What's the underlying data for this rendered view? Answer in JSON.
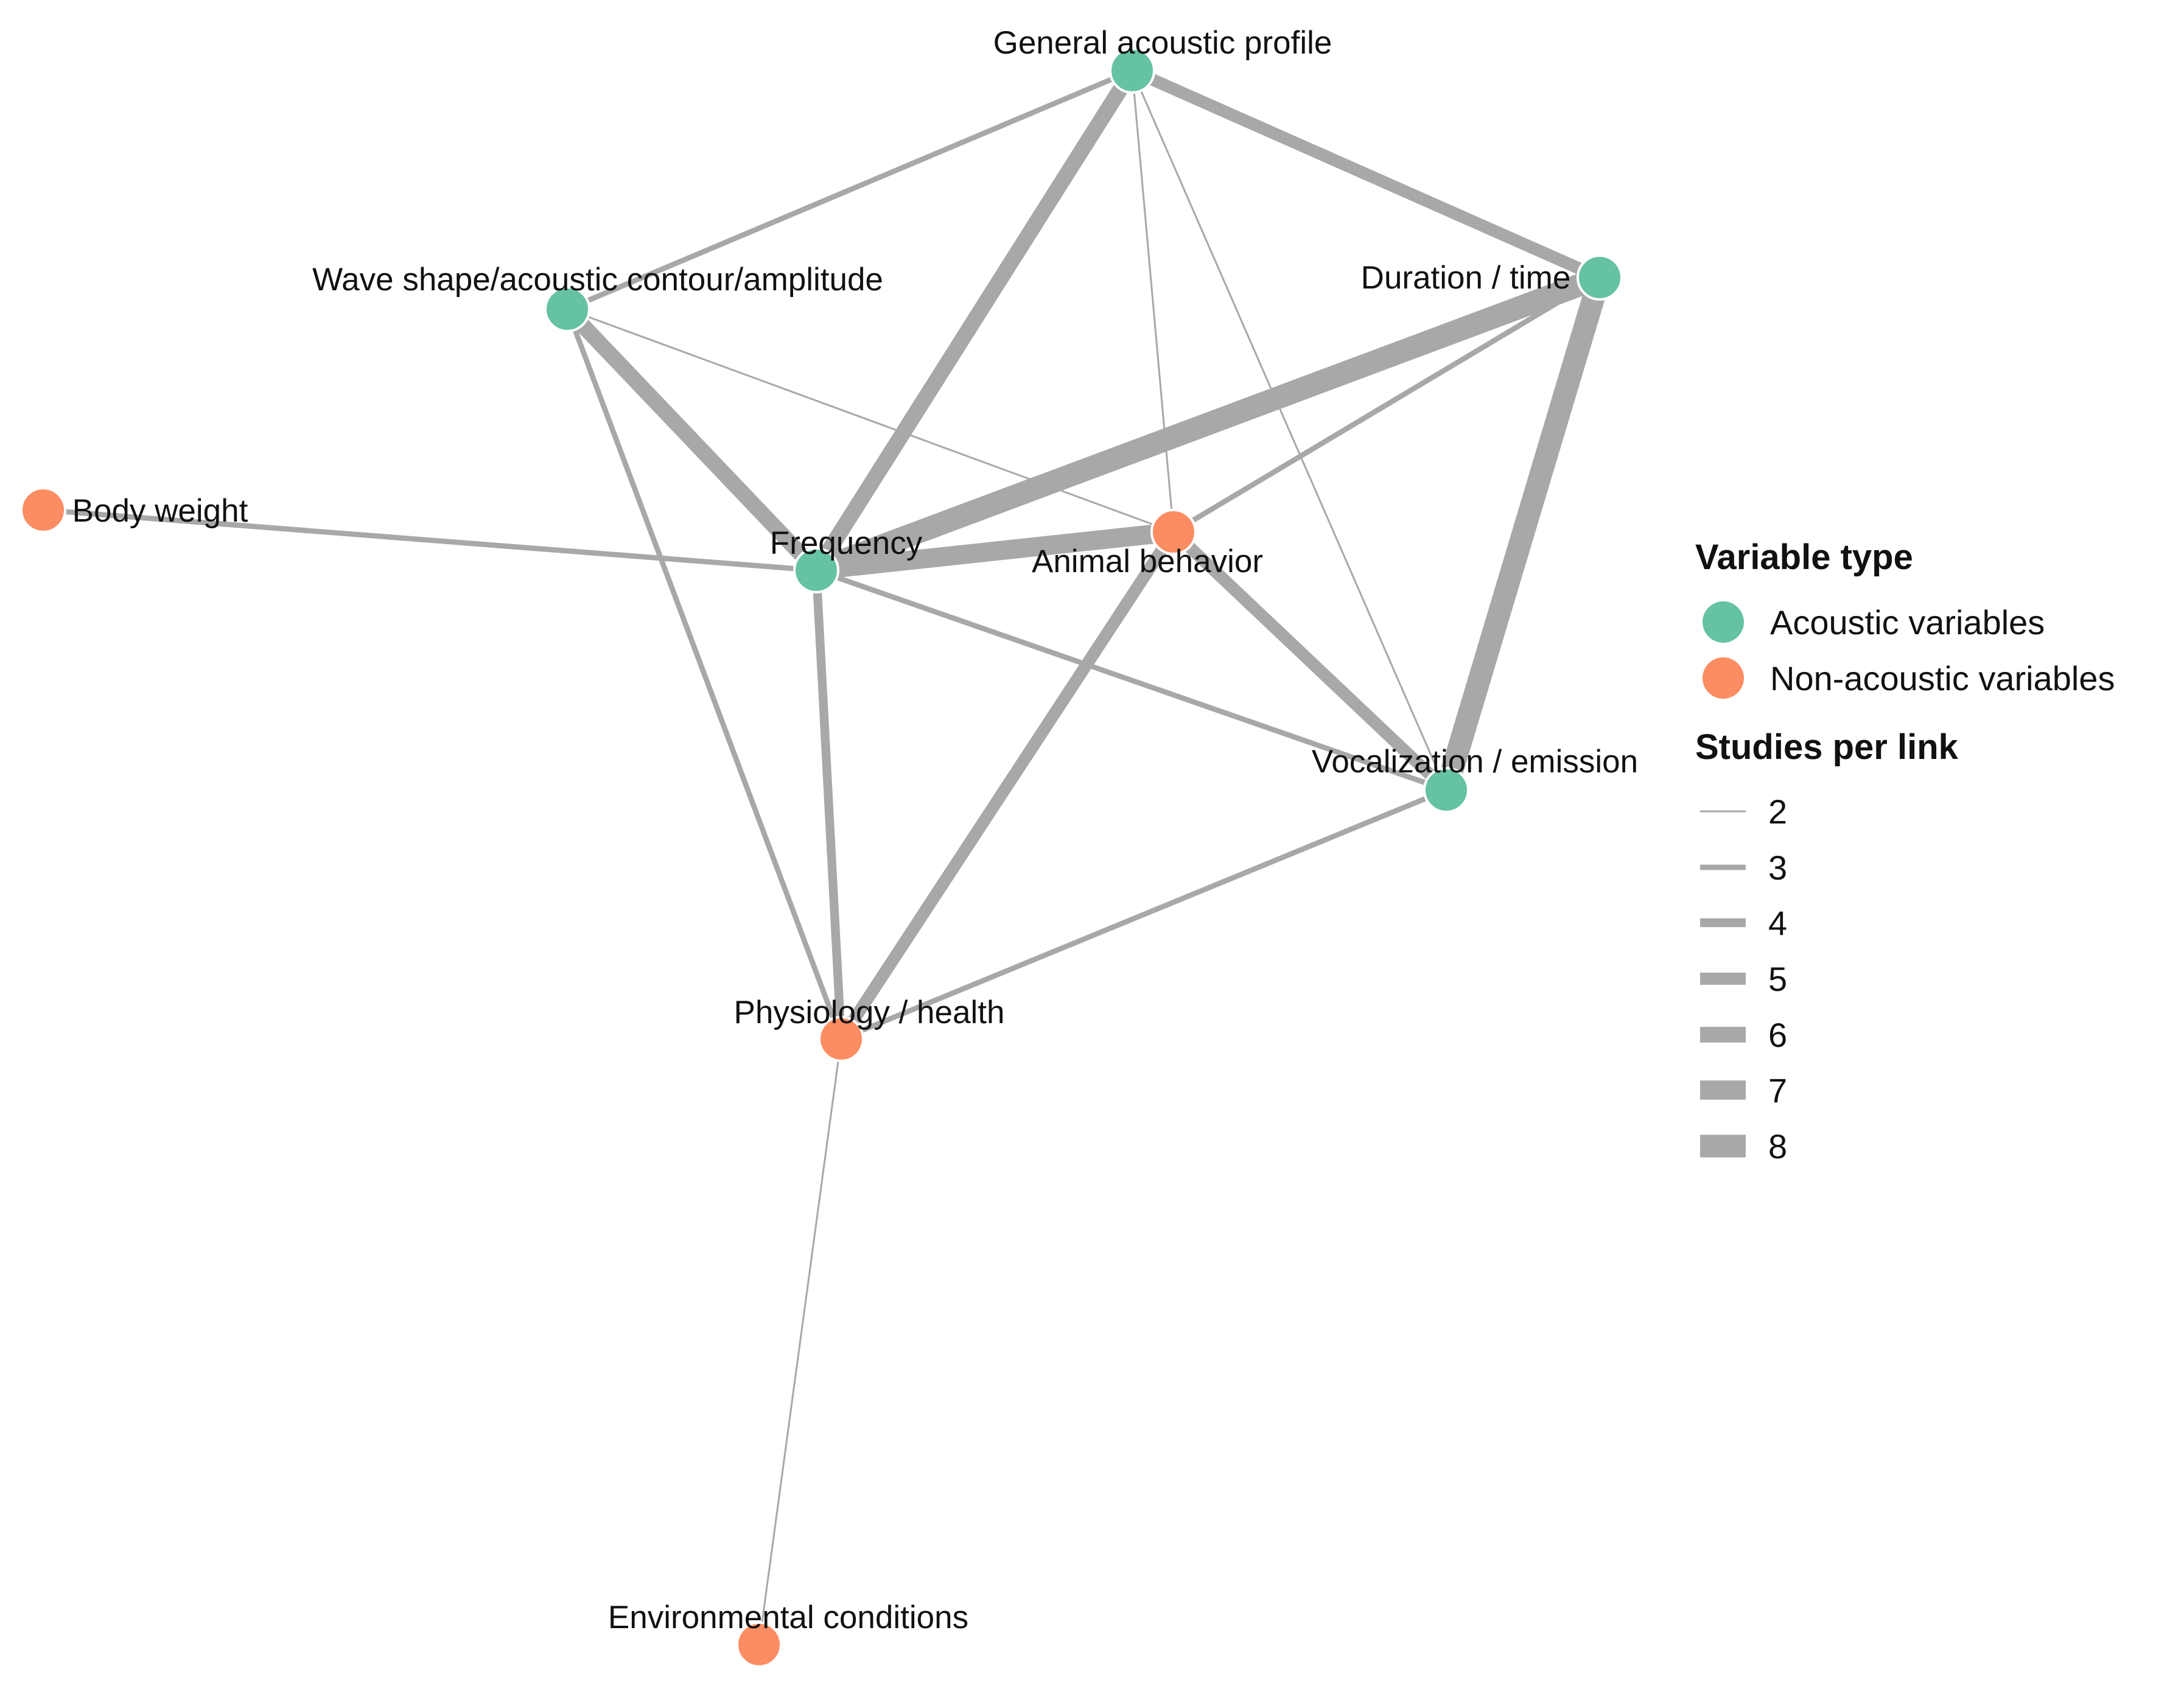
{
  "colors": {
    "acoustic": "#66c2a5",
    "non_acoustic": "#fc8d62",
    "edge": "#a8a8a8",
    "node_stroke": "#ffffff"
  },
  "nodes": [
    {
      "id": "general",
      "label": "General acoustic profile",
      "type": "acoustic"
    },
    {
      "id": "wave",
      "label": "Wave shape/acoustic contour/amplitude",
      "type": "acoustic"
    },
    {
      "id": "duration",
      "label": "Duration / time",
      "type": "acoustic"
    },
    {
      "id": "body",
      "label": "Body weight",
      "type": "non_acoustic"
    },
    {
      "id": "frequency",
      "label": "Frequency",
      "type": "acoustic"
    },
    {
      "id": "animal",
      "label": "Animal behavior",
      "type": "non_acoustic"
    },
    {
      "id": "vocal",
      "label": "Vocalization / emission",
      "type": "acoustic"
    },
    {
      "id": "physio",
      "label": "Physiology / health",
      "type": "non_acoustic"
    },
    {
      "id": "env",
      "label": "Environmental conditions",
      "type": "non_acoustic"
    }
  ],
  "edges": [
    {
      "source": "general",
      "target": "wave",
      "studies": 3
    },
    {
      "source": "general",
      "target": "frequency",
      "studies": 6
    },
    {
      "source": "general",
      "target": "duration",
      "studies": 5
    },
    {
      "source": "general",
      "target": "animal",
      "studies": 2
    },
    {
      "source": "general",
      "target": "vocal",
      "studies": 2
    },
    {
      "source": "wave",
      "target": "frequency",
      "studies": 6
    },
    {
      "source": "wave",
      "target": "animal",
      "studies": 2
    },
    {
      "source": "wave",
      "target": "physio",
      "studies": 3
    },
    {
      "source": "duration",
      "target": "frequency",
      "studies": 8
    },
    {
      "source": "duration",
      "target": "animal",
      "studies": 3
    },
    {
      "source": "duration",
      "target": "vocal",
      "studies": 8
    },
    {
      "source": "body",
      "target": "frequency",
      "studies": 3
    },
    {
      "source": "frequency",
      "target": "animal",
      "studies": 7
    },
    {
      "source": "frequency",
      "target": "vocal",
      "studies": 3
    },
    {
      "source": "frequency",
      "target": "physio",
      "studies": 4
    },
    {
      "source": "animal",
      "target": "vocal",
      "studies": 5
    },
    {
      "source": "animal",
      "target": "physio",
      "studies": 5
    },
    {
      "source": "vocal",
      "target": "physio",
      "studies": 3
    },
    {
      "source": "physio",
      "target": "env",
      "studies": 2
    }
  ],
  "legend": {
    "variable_type_title": "Variable type",
    "variable_types": [
      {
        "label": "Acoustic variables",
        "type": "acoustic"
      },
      {
        "label": "Non-acoustic variables",
        "type": "non_acoustic"
      }
    ],
    "studies_title": "Studies per link",
    "studies_values": [
      "2",
      "3",
      "4",
      "5",
      "6",
      "7",
      "8"
    ]
  }
}
